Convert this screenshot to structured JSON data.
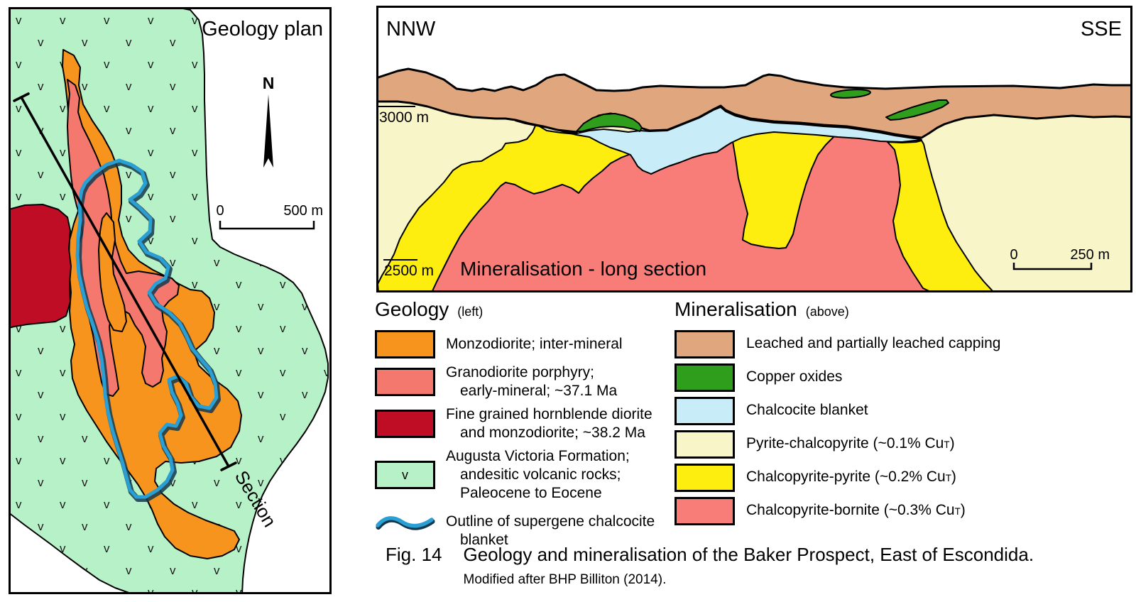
{
  "palette": {
    "mapGreen": "#b7f1c7",
    "orange": "#f7941e",
    "pinkGeo": "#f5786f",
    "darkRed": "#c00d26",
    "outlineBlue": "#2a9fd4",
    "outlineShadow": "#14384c",
    "tan": "#e0a77e",
    "oxideGreen": "#2f9e1c",
    "chalcBlue": "#c9ecf9",
    "paleYellow": "#f8f5c8",
    "yellow": "#fdee10",
    "pinkMin": "#f87c78"
  },
  "map": {
    "title": "Geology plan",
    "compass_label": "N",
    "v_symbol": "v",
    "scale_zero": "0",
    "scale_max": "500 m",
    "section_label": "Section"
  },
  "section": {
    "left_label": "NNW",
    "right_label": "SSE",
    "title": "Mineralisation - long section",
    "elev_top": "3000 m",
    "elev_bottom": "2500 m",
    "scale_zero": "0",
    "scale_max": "250 m"
  },
  "legend_geology": {
    "title": "Geology",
    "subtitle": "(left)",
    "items": [
      {
        "color": "#f7941e",
        "symbol": "",
        "line1": "Monzodiorite; inter-mineral",
        "line2": "",
        "line3": ""
      },
      {
        "color": "#f5786f",
        "symbol": "",
        "line1": "Granodiorite porphyry;",
        "line2": "early-mineral; ~37.1 Ma",
        "line3": ""
      },
      {
        "color": "#c00d26",
        "symbol": "",
        "line1": "Fine grained hornblende diorite",
        "line2": "and monzodiorite; ~38.2 Ma",
        "line3": ""
      },
      {
        "color": "#b7f1c7",
        "symbol": "v",
        "line1": "Augusta Victoria Formation;",
        "line2": "andesitic volcanic rocks;",
        "line3": "Paleocene to Eocene"
      }
    ],
    "outline_item": {
      "line1": "Outline of supergene chalcocite",
      "line2": "blanket"
    }
  },
  "legend_mineralisation": {
    "title": "Mineralisation",
    "subtitle": "(above)",
    "items": [
      {
        "color": "#e0a77e",
        "pre": "Leached and partially leached capping",
        "sub": "",
        "post": ""
      },
      {
        "color": "#2f9e1c",
        "pre": "Copper oxides",
        "sub": "",
        "post": ""
      },
      {
        "color": "#c9ecf9",
        "pre": "Chalcocite blanket",
        "sub": "",
        "post": ""
      },
      {
        "color": "#f8f5c8",
        "pre": "Pyrite-chalcopyrite (~0.1% Cu",
        "sub": "T",
        "post": ")"
      },
      {
        "color": "#fdee10",
        "pre": "Chalcopyrite-pyrite (~0.2% Cu",
        "sub": "T",
        "post": ")"
      },
      {
        "color": "#f87c78",
        "pre": "Chalcopyrite-bornite (~0.3% Cu",
        "sub": "T",
        "post": ")"
      }
    ]
  },
  "caption": {
    "fig": "Fig. 14",
    "text": "Geology and mineralisation of the Baker Prospect, East of Escondida.",
    "credit": "Modified after BHP Billiton (2014)."
  }
}
